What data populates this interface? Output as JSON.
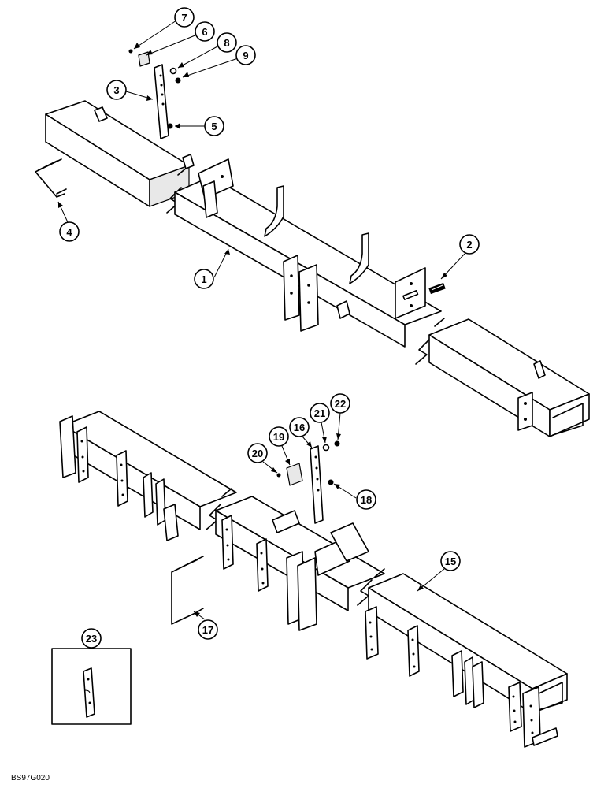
{
  "diagram": {
    "drawing_code": "BS97G020",
    "callouts": [
      {
        "id": "c1",
        "label": "1"
      },
      {
        "id": "c2",
        "label": "2"
      },
      {
        "id": "c3",
        "label": "3"
      },
      {
        "id": "c4",
        "label": "4"
      },
      {
        "id": "c5",
        "label": "5"
      },
      {
        "id": "c6",
        "label": "6"
      },
      {
        "id": "c7",
        "label": "7"
      },
      {
        "id": "c8",
        "label": "8"
      },
      {
        "id": "c9",
        "label": "9"
      },
      {
        "id": "c15",
        "label": "15"
      },
      {
        "id": "c16",
        "label": "16"
      },
      {
        "id": "c17",
        "label": "17"
      },
      {
        "id": "c18",
        "label": "18"
      },
      {
        "id": "c19",
        "label": "19"
      },
      {
        "id": "c20",
        "label": "20"
      },
      {
        "id": "c21",
        "label": "21"
      },
      {
        "id": "c22",
        "label": "22"
      },
      {
        "id": "c23",
        "label": "23"
      }
    ]
  }
}
